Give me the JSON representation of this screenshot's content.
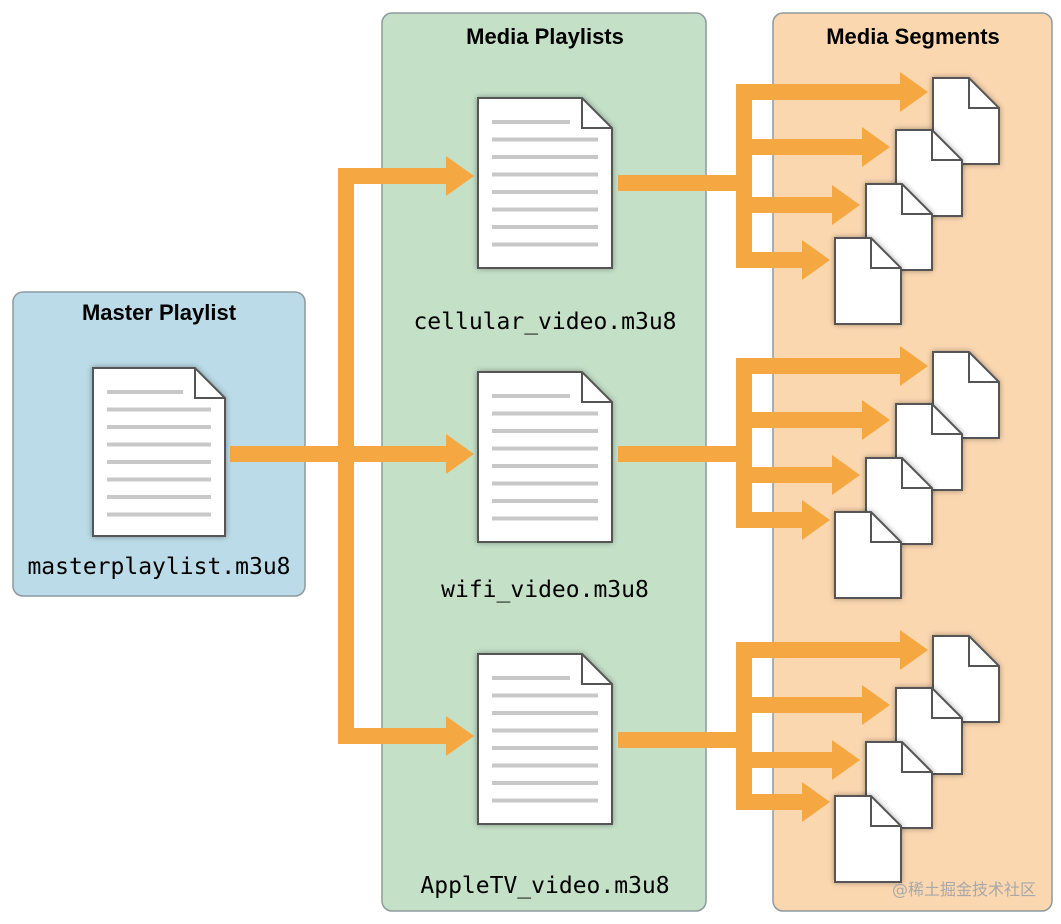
{
  "panels": {
    "master": {
      "title": "Master Playlist",
      "file": "masterplaylist.m3u8"
    },
    "media": {
      "title": "Media Playlists",
      "files": [
        "cellular_video.m3u8",
        "wifi_video.m3u8",
        "AppleTV_video.m3u8"
      ]
    },
    "segments": {
      "title": "Media Segments"
    }
  },
  "watermark": "@稀土掘金技术社区",
  "colors": {
    "master_bg": "#badbe7",
    "media_bg": "#c4e0c7",
    "segments_bg": "#fbd7b0",
    "panel_border": "#8e9a9e",
    "arrow": "#f5a742",
    "doc_line": "#c8c8c8",
    "doc_stroke": "#555555"
  },
  "icons": {
    "playlist_document": "document-lines-icon",
    "segment_document": "blank-document-icon"
  }
}
